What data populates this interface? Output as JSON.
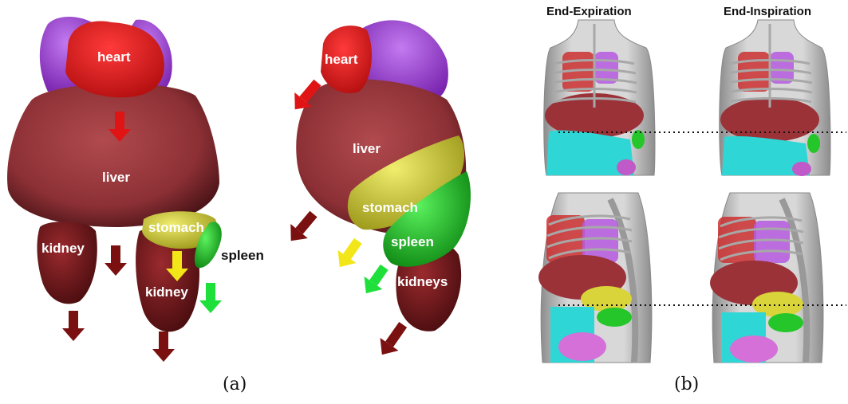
{
  "panel_a": {
    "caption": "(a)",
    "front_view": {
      "heart": "heart",
      "liver": "liver",
      "stomach": "stomach",
      "kidney_left": "kidney",
      "kidney_right": "kidney",
      "spleen": "spleen"
    },
    "side_view": {
      "heart": "heart",
      "liver": "liver",
      "stomach": "stomach",
      "spleen": "spleen",
      "kidneys": "kidneys"
    }
  },
  "panel_b": {
    "caption": "(b)",
    "col_left_title": "End-Expiration",
    "col_right_title": "End-Inspiration"
  },
  "colors": {
    "heart": "#d81e1e",
    "lungs": "#a23be0",
    "liver": "#8c3035",
    "stomach": "#d9d43a",
    "kidney": "#7a1a1d",
    "spleen": "#25c62a",
    "arrow_red": "#e01414",
    "arrow_dark": "#7a1010",
    "arrow_yellow": "#f2e619",
    "arrow_green": "#1fe03a",
    "intestine": "#2fd6d6",
    "bone": "#b9b9b9"
  }
}
